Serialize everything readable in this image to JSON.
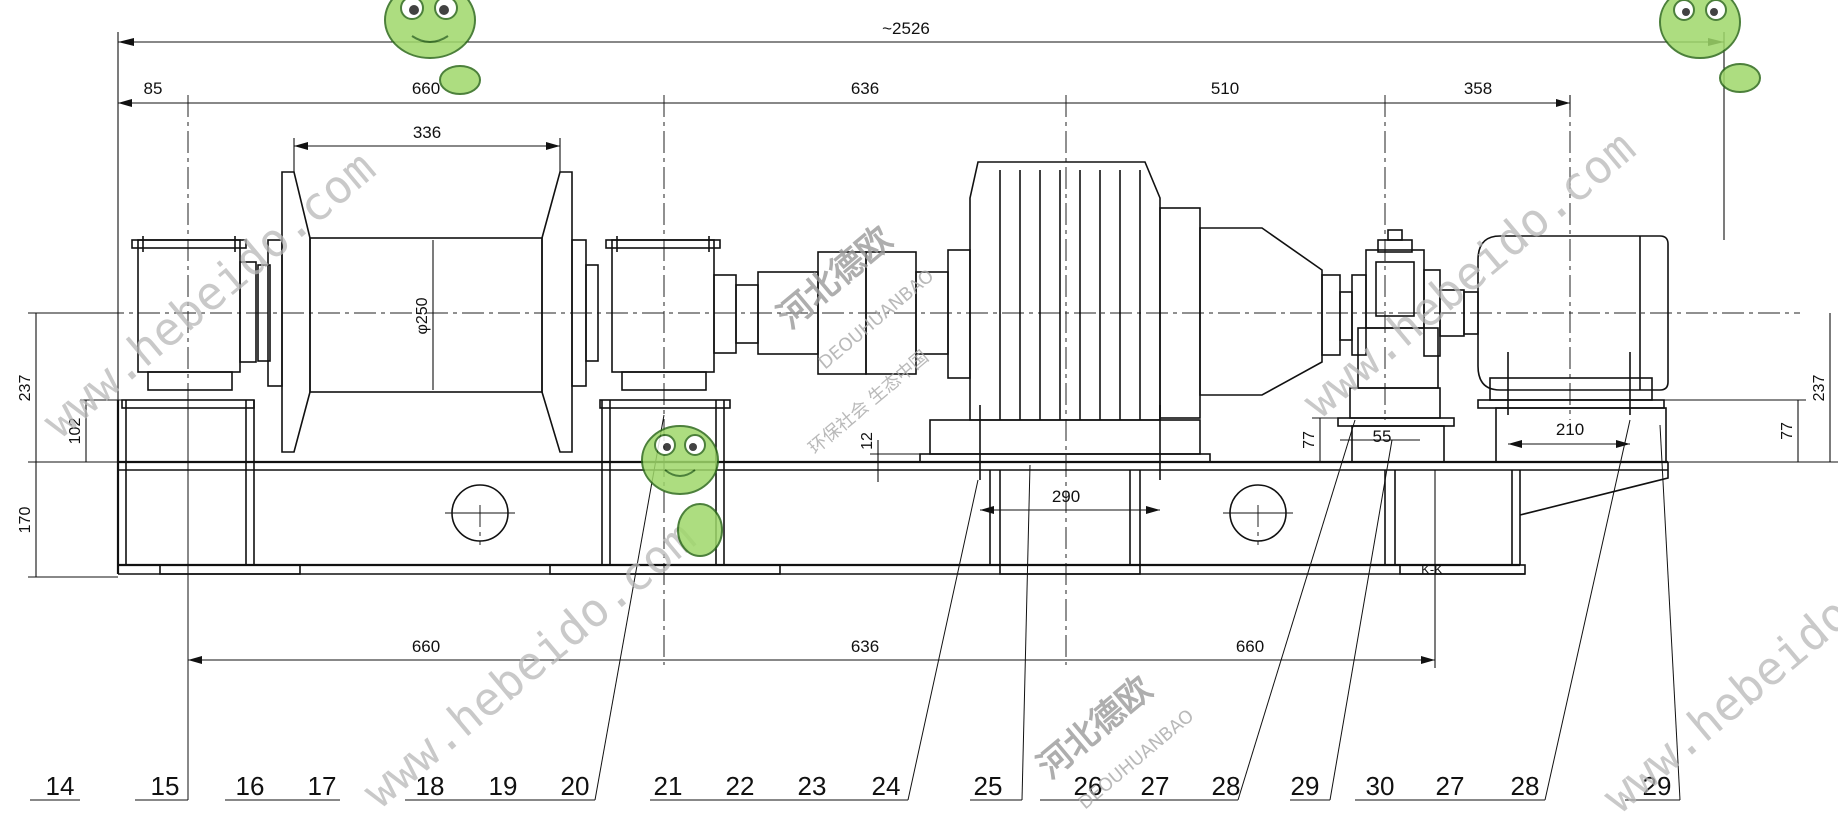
{
  "dimensions": {
    "overall": "~2526",
    "top_row": [
      "85",
      "660",
      "636",
      "510",
      "358"
    ],
    "drum_length": "336",
    "drum_diameter": "φ250",
    "bottom_row": [
      "660",
      "636",
      "660"
    ],
    "left_vertical": [
      "237",
      "102",
      "170"
    ],
    "right_vertical": [
      "237",
      "77"
    ],
    "gap_12": "12",
    "base_290": "290",
    "coupling_55": "55",
    "coupling_77": "77",
    "motor_210": "210",
    "section_mark": "K-K"
  },
  "part_numbers": [
    "14",
    "15",
    "16",
    "17",
    "18",
    "19",
    "20",
    "21",
    "22",
    "23",
    "24",
    "25",
    "26",
    "27",
    "28",
    "29",
    "30",
    "27",
    "28",
    "29"
  ],
  "watermarks": {
    "url": "www.hebeido.com",
    "brand_cn": "河北德欧",
    "brand_pinyin": "DEOUHUANBAO",
    "slogan_cn": "环保社会 生态中国"
  }
}
